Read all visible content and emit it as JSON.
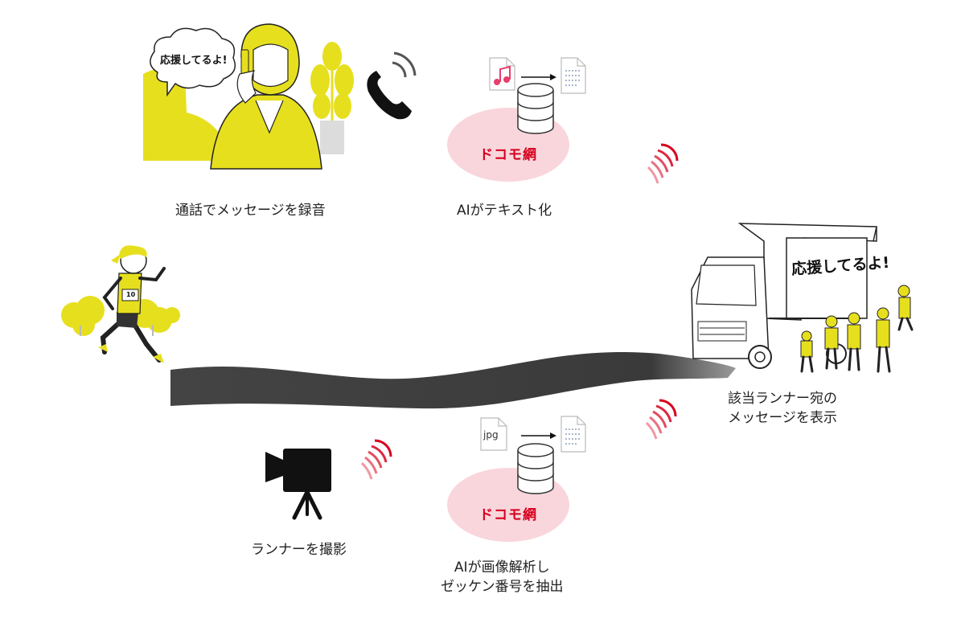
{
  "steps": {
    "record": {
      "caption": "通話でメッセージを録音",
      "speech": "応援してるよ!"
    },
    "text_ai": {
      "caption": "AIがテキスト化",
      "network": "ドコモ網"
    },
    "display": {
      "caption_lines": [
        "該当ランナー宛の",
        "メッセージを表示"
      ],
      "screen_text": "応援してるよ!"
    },
    "capture": {
      "caption": "ランナーを撮影"
    },
    "image_ai": {
      "caption_lines": [
        "AIが画像解析し",
        "ゼッケン番号を抽出"
      ],
      "network": "ドコモ網",
      "input_format": "jpg"
    }
  },
  "runner": {
    "bib": "10"
  },
  "icons": {
    "phone": "phone-icon",
    "music_file": "music-file-icon",
    "jpg_file": "jpg-file-icon",
    "text_document": "text-document-icon",
    "database": "database-icon",
    "video_camera": "video-camera-icon",
    "signal_wave": "signal-wave-icon"
  },
  "colors": {
    "accent_yellow": "#e6df1e",
    "docomo_red": "#d6001c",
    "cloud_pink": "#f9d6dc",
    "road_gray": "#3a3a3a"
  }
}
